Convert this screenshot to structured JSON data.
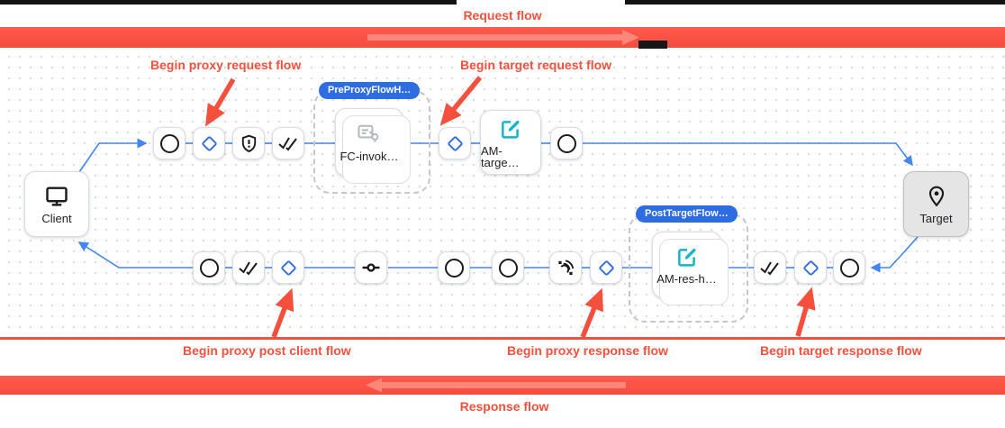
{
  "banners": {
    "request_flow": "Request flow",
    "response_flow": "Response flow"
  },
  "annotations": {
    "begin_proxy_request": "Begin proxy request flow",
    "begin_target_request": "Begin target request flow",
    "begin_proxy_post_client": "Begin proxy post client flow",
    "begin_proxy_response": "Begin proxy response flow",
    "begin_target_response": "Begin target response flow"
  },
  "endpoints": {
    "client": {
      "label": "Client",
      "icon": "monitor-icon"
    },
    "target": {
      "label": "Target",
      "icon": "location-pin-icon"
    }
  },
  "groups": {
    "pre_proxy": {
      "badge": "PreProxyFlowH…",
      "step_label": "FC-invok…",
      "step_icon": "flow-callout-icon"
    },
    "post_target": {
      "badge": "PostTargetFlow…",
      "step_label": "AM-res-h…",
      "step_icon": "edit-icon"
    }
  },
  "named_steps": {
    "am_target": {
      "label": "AM-targe…",
      "icon": "edit-icon"
    }
  },
  "flow_steps": {
    "proxy_request_row": [
      "circle-icon",
      "diamond-icon",
      "shield-icon",
      "double-check-icon"
    ],
    "target_request_row": [
      "diamond-icon",
      "edit-icon",
      "circle-icon"
    ],
    "proxy_response_row_left": [
      "circle-icon",
      "double-check-icon",
      "diamond-icon",
      "commit-icon"
    ],
    "proxy_response_row_mid": [
      "circle-icon",
      "circle-icon",
      "sensors-icon",
      "diamond-icon"
    ],
    "target_response_row": [
      "double-check-icon",
      "diamond-icon",
      "circle-icon"
    ]
  },
  "colors": {
    "banner_red": "#ff5146",
    "annotation_red": "#f4503d",
    "edge_blue": "#4285f4",
    "diamond_blue": "#3b6fe0",
    "badge_blue": "#2e6ce2",
    "edit_teal": "#12b5cb",
    "target_fill": "#e5e5e5"
  }
}
